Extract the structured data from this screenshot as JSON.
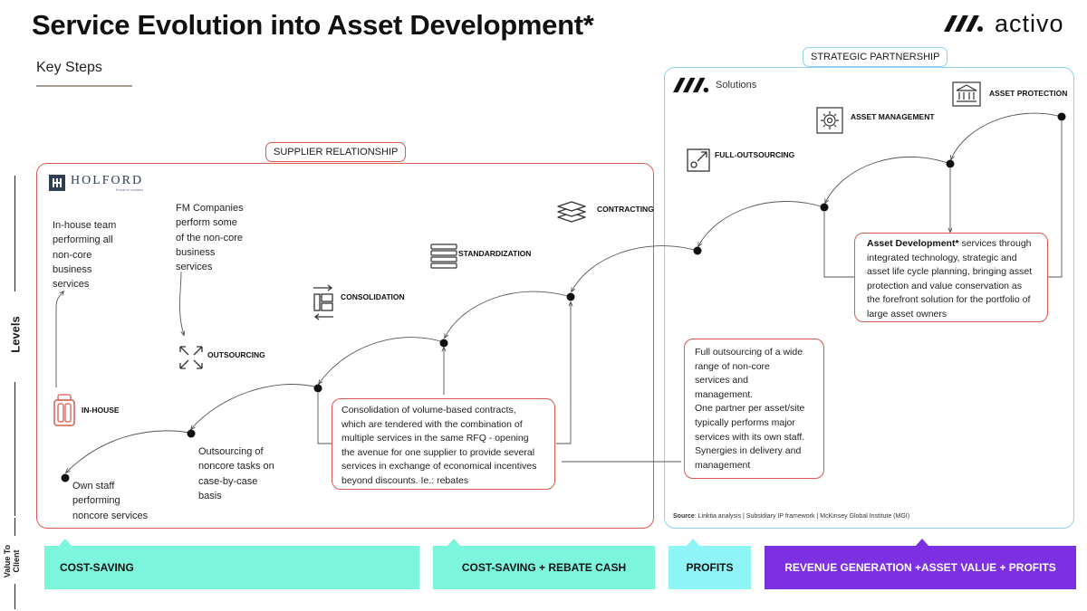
{
  "header": {
    "title": "Service Evolution into Asset Development*",
    "subtitle": "Key Steps",
    "logo_text": "activo"
  },
  "sections": {
    "supplier_relationship": "SUPPLIER RELATIONSHIP",
    "strategic_partnership": "STRATEGIC PARTNERSHIP",
    "holford_logo": "HOLFORD",
    "holford_tagline": "Simple fm solutions",
    "solutions_label": "Solutions"
  },
  "axis": {
    "levels_label": "Levels",
    "value_label_1": "Value To",
    "value_label_2": "Client"
  },
  "steps": {
    "in_house": "IN-HOUSE",
    "outsourcing": "OUTSOURCING",
    "consolidation": "CONSOLIDATION",
    "standardization": "STANDARDIZATION",
    "contracting": "CONTRACTING",
    "full_outsourcing": "FULL-OUTSOURCING",
    "asset_management": "ASSET MANAGEMENT",
    "asset_protection": "ASSET PROTECTION"
  },
  "descriptions": {
    "in_house_team": [
      "In-house team",
      "performing all",
      "non-core",
      "business",
      "services"
    ],
    "fm_companies": [
      "FM Companies",
      "perform some",
      "of the non-core",
      "business",
      "services"
    ],
    "own_staff": [
      "Own staff",
      "performing",
      "noncore services"
    ],
    "outsourcing_tasks": [
      "Outsourcing of",
      "noncore tasks on",
      "case-by-case",
      "basis"
    ],
    "consolidation_box": [
      "Consolidation of  volume-based contracts,",
      "which are tendered with the combination of",
      "multiple services in the same RFQ - opening",
      "the avenue for one supplier to provide several",
      "services in exchange of economical incentives",
      "beyond discounts. Ie.: rebates"
    ],
    "full_outsourcing_box": [
      "Full outsourcing of a wide",
      "range of non-core",
      "services and",
      "management.",
      "One partner per asset/site",
      "typically performs major",
      "services with its own staff.",
      "Synergies in delivery and",
      "management"
    ],
    "asset_dev_bold": "Asset Development*",
    "asset_dev_rest": " services through",
    "asset_dev_lines": [
      "integrated technology, strategic and",
      "asset life cycle planning, bringing asset",
      "protection and value conservation as",
      "the forefront solution for the portfolio of",
      "large asset owners"
    ]
  },
  "source": {
    "label": "Source",
    "text": ": Linktia analysis | Subsidiary IP framework | McKinsey Global Institute (MGI)"
  },
  "value_bars": [
    {
      "label": "COST-SAVING",
      "color": "#7cf5dd"
    },
    {
      "label": "COST-SAVING + REBATE CASH",
      "color": "#7cf5dd"
    },
    {
      "label": "PROFITS",
      "color": "#8ef4f6"
    },
    {
      "label": "REVENUE GENERATION +ASSET VALUE + PROFITS",
      "color": "#7d2fe2"
    }
  ],
  "colors": {
    "supplier_border": "#d95b54",
    "partnership_border": "#8fd2ec",
    "accent_purple": "#7d2fe2"
  }
}
